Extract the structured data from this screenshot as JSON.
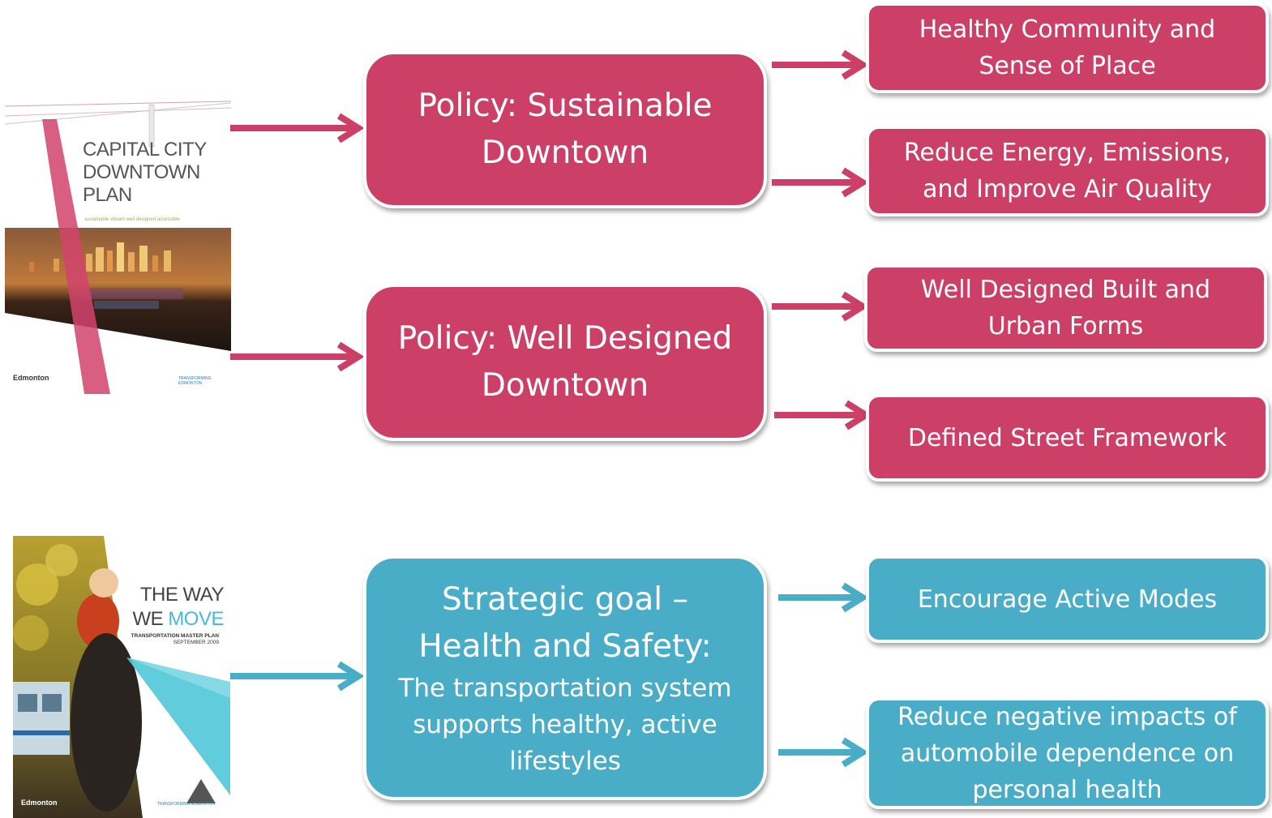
{
  "covers": {
    "downtown": {
      "title_lines": [
        "CAPITAL CITY",
        "DOWNTOWN",
        "PLAN"
      ],
      "tagline": "sustainable vibrant well designed accessible",
      "logo": "Edmonton",
      "brand": "TRANSFORMING EDMONTON"
    },
    "transport": {
      "title_line1": "THE WAY",
      "title_we": "WE ",
      "title_move": "MOVE",
      "subtitle_line1": "TRANSPORTATION MASTER PLAN",
      "subtitle_line2": "SEPTEMBER 2009",
      "logo": "Edmonton",
      "brand": "TRANSFORMING EDMONTON"
    }
  },
  "policies": {
    "sustainable": {
      "line1": "Policy: Sustainable",
      "line2": "Downtown"
    },
    "well_designed": {
      "line1": "Policy: Well Designed",
      "line2": "Downtown"
    },
    "strategic": {
      "line1": "Strategic goal –",
      "line2": "Health and Safety:",
      "desc1": "The transportation system",
      "desc2": "supports healthy, active",
      "desc3": "lifestyles"
    }
  },
  "outcomes": {
    "healthy": {
      "line1": "Healthy Community and",
      "line2": "Sense of Place"
    },
    "energy": {
      "line1": "Reduce Energy, Emissions,",
      "line2": "and Improve Air Quality"
    },
    "built": {
      "line1": "Well Designed Built and",
      "line2": "Urban Forms"
    },
    "street": {
      "line1": "Defined Street Framework"
    },
    "active": {
      "line1": "Encourage Active Modes"
    },
    "auto": {
      "line1": "Reduce negative impacts of",
      "line2": "automobile dependence on",
      "line3": "personal health"
    }
  },
  "colors": {
    "pink": "#cc3f67",
    "teal": "#49adc7"
  }
}
